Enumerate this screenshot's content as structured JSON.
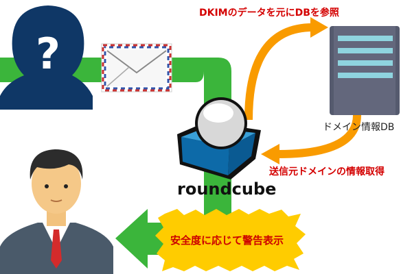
{
  "labels": {
    "dkim_lookup": "DKIMのデータを元にDBを参照",
    "domain_db": "ドメイン情報DB",
    "get_sender_info": "送信元ドメインの情報取得",
    "warning": "安全度に応じて警告表示",
    "logo": "roundcube",
    "unknown_mark": "?"
  },
  "colors": {
    "flow_green": "#3bb53b",
    "lookup_orange": "#f99b00",
    "label_red": "#d40000",
    "burst_yellow": "#ffcc00",
    "silhouette_navy": "#0f3766"
  }
}
